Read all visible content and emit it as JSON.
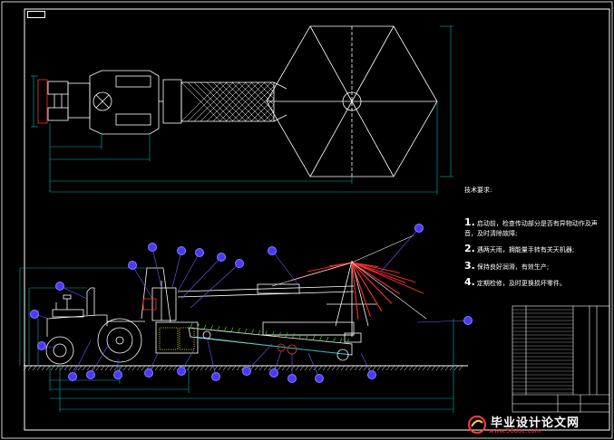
{
  "drawing": {
    "corner_tag": "",
    "colors": {
      "background": "#000000",
      "frame": "#ffffff",
      "structure": "#ffffff",
      "dimension": "#00b4b4",
      "balloon": "#6b5cff",
      "red": "#ff3030",
      "green": "#1fd01f",
      "yellow": "#e0e040"
    }
  },
  "notes": {
    "title": "技术要求:",
    "items": [
      {
        "num": "1.",
        "text": "启动前，检查传动部分是否有异物动作及声音，及时清除故障;"
      },
      {
        "num": "2.",
        "text": "遇两天雨，拥能量手转有关天机器;"
      },
      {
        "num": "3.",
        "text": "保持良好润滑，有效生产;"
      },
      {
        "num": "4.",
        "text": "定期检修，及时更换损坏零件。"
      }
    ]
  },
  "watermark": {
    "title": "毕业设计论文网",
    "url": "www.56doc.com"
  }
}
